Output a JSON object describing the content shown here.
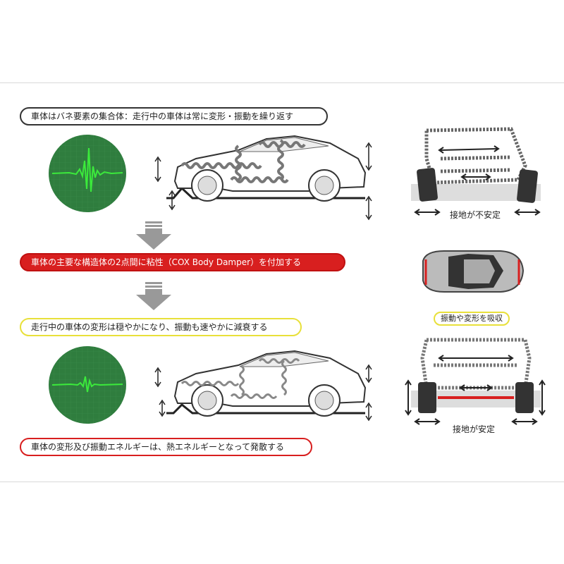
{
  "captions": {
    "step1": "車体はバネ要素の集合体：走行中の車体は常に変形・振動を繰り返す",
    "step2": "車体の主要な構造体の2点間に粘性（COX Body Damper）を付加する",
    "step3": "走行中の車体の変形は穏やかになり、振動も速やかに減衰する",
    "step4": "車体の変形及び振動エネルギーは、熱エネルギーとなって発散する"
  },
  "front_views": {
    "unstable_label": "接地が不安定",
    "stable_label": "接地が安定",
    "absorb_label": "振動や変形を吸収"
  },
  "colors": {
    "scope_green": "#2f7d3e",
    "wave_green": "#3bea3b",
    "damper_red": "#d81f1f",
    "caption_yellow": "#e8e03a"
  }
}
